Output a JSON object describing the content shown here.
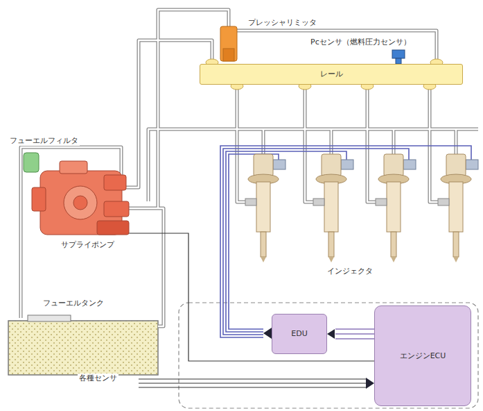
{
  "diagram": {
    "nodes": [
      {
        "text": [
          "レール"
        ]
      },
      {
        "text": [
          "EDU"
        ]
      },
      {
        "text": [
          "エンジンECU"
        ]
      }
    ],
    "edges": [
      {
        "from": 2,
        "to": 1,
        "arrow": "to"
      }
    ],
    "labels": [
      "プレッシャリミッタ",
      "Pcセンサ（燃料圧力センサ）",
      "フューエルフィルタ",
      "サプライポンプ",
      "インジェクタ",
      "フューエルタンク",
      "各種センサ"
    ]
  }
}
